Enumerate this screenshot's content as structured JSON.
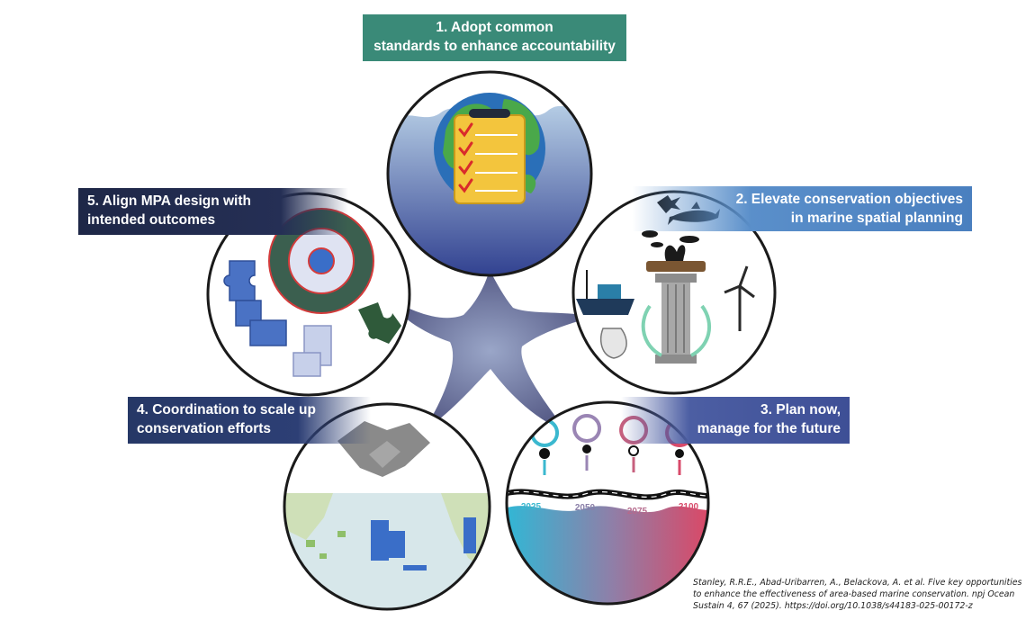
{
  "opportunities": [
    {
      "id": 1,
      "line1": "1. Adopt common",
      "line2": "standards to enhance accountability"
    },
    {
      "id": 2,
      "line1": "2. Elevate conservation objectives",
      "line2": "in marine spatial planning"
    },
    {
      "id": 3,
      "line1": "3. Plan now,",
      "line2": "manage for the future"
    },
    {
      "id": 4,
      "line1": "4. Coordination to scale up",
      "line2": "conservation efforts"
    },
    {
      "id": 5,
      "line1": "5. Align MPA design with",
      "line2": "intended outcomes"
    }
  ],
  "timeline": {
    "years": [
      "2025",
      "2050",
      "2075",
      "2100"
    ],
    "year_colors": [
      "#3bb8cf",
      "#8a7fa8",
      "#b56a8c",
      "#d84a6a"
    ]
  },
  "icons": {
    "circle1": [
      "globe-icon",
      "checklist-clipboard-icon",
      "check-mark-icon"
    ],
    "circle2": [
      "bird-silhouette-icon",
      "shark-silhouette-icon",
      "fish-silhouette-icon",
      "fishing-boat-icon",
      "pillar-icon",
      "wind-turbine-icon",
      "recycle-arrows-icon",
      "plastic-bag-icon"
    ],
    "circle3": [
      "map-pin-icon",
      "ocean-wave-icon"
    ],
    "circle4": [
      "handshake-icon",
      "map-icon"
    ],
    "circle5": [
      "target-icon",
      "puzzle-piece-icon"
    ]
  },
  "colors": {
    "label1": "#3a8a78",
    "label2": "#4a7fbf",
    "label3": "#3e4f96",
    "label4": "#2d3f75",
    "label5": "#252f55",
    "hub": "#6a6f9a",
    "check": "#d92b2b"
  },
  "citation": {
    "text": "Stanley, R.R.E., Abad-Uribarren, A., Belackova, A. et al. Five key opportunities to enhance the effectiveness of area-based marine conservation. npj Ocean Sustain 4, 67 (2025). https://doi.org/10.1038/s44183-025-00172-z"
  }
}
